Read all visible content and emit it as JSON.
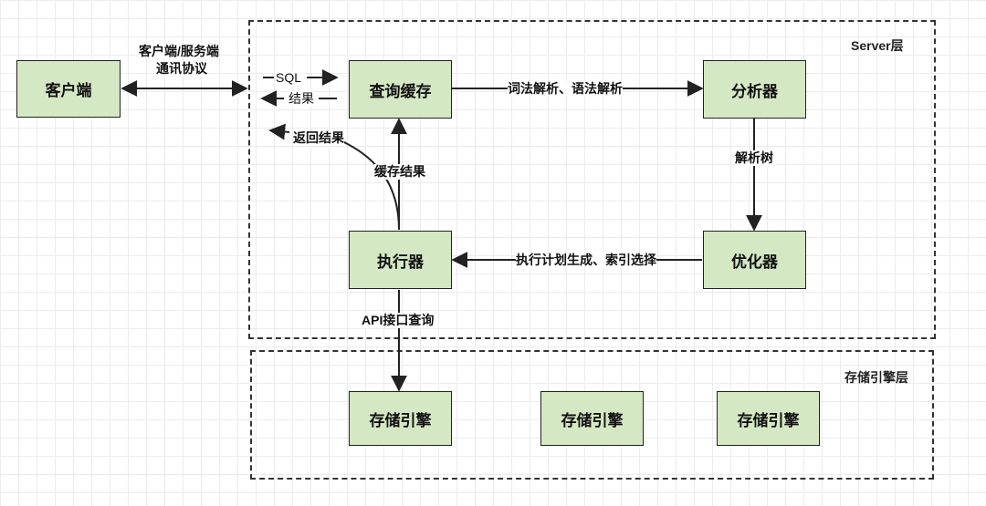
{
  "zones": {
    "server": "Server层",
    "storage": "存储引擎层"
  },
  "nodes": {
    "client": "客户端",
    "cache": "查询缓存",
    "analyzer": "分析器",
    "executor": "执行器",
    "optimizer": "优化器",
    "engine_1": "存储引擎",
    "engine_2": "存储引擎",
    "engine_3": "存储引擎"
  },
  "edges": {
    "client_server_line1": "客户端/服务端",
    "client_server_line2": "通讯协议",
    "sql": "SQL",
    "result": "结果",
    "return_result": "返回结果",
    "cache_to_analyzer": "词法解析、语法解析",
    "parse_tree": "解析树",
    "optimizer_to_executor": "执行计划生成、索引选择",
    "cache_result": "缓存结果",
    "api_query": "API接口查询"
  }
}
